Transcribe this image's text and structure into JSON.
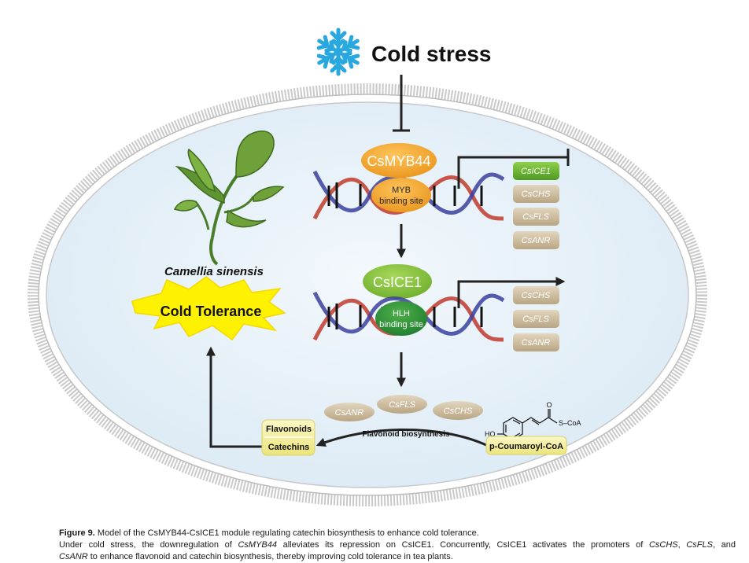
{
  "diagram": {
    "stress_title": "Cold stress",
    "repressor": "CsMYB44",
    "repressor_site": [
      "MYB",
      "binding site"
    ],
    "activator": "CsICE1",
    "activator_site": [
      "HLH",
      "binding site"
    ],
    "repressed_genes": [
      "CsICE1",
      "CsCHS",
      "CsFLS",
      "CsANR"
    ],
    "activated_genes": [
      "CsCHS",
      "CsFLS",
      "CsANR"
    ],
    "enzymes": [
      "CsANR",
      "CsFLS",
      "CsCHS"
    ],
    "species": "Camellia sinensis",
    "outcome": "Cold Tolerance",
    "products": [
      "Flavonoids",
      "Catechins"
    ],
    "pathway_label": "Flavonoid biosynthesis",
    "substrate": "p-Coumaroyl-CoA",
    "chem_labels": {
      "o": "O",
      "s_coa": "S–CoA",
      "ho": "HO"
    },
    "colors": {
      "repressor": "#f0a830",
      "activator": "#8cc63f",
      "cell": "#e6f1f9",
      "outcome": "#fff200",
      "gene_box": "#c8b89a",
      "product_box": "#f3ef9a"
    }
  },
  "caption": {
    "label": "Figure 9.",
    "title": "Model of the CsMYB44-CsICE1 module regulating catechin biosynthesis to enhance cold tolerance.",
    "b1": "Under cold stress, the downregulation of ",
    "b1i": "CsMYB44",
    "b2": " alleviates its repression on CsICE1. Concurrently, CsICE1 activates the promoters of ",
    "g1": "CsCHS",
    "s1": ", ",
    "g2": "CsFLS",
    "s2": ", and",
    "g3": "CsANR",
    "b3": " to enhance flavonoid and catechin biosynthesis, thereby improving cold tolerance in tea plants."
  }
}
